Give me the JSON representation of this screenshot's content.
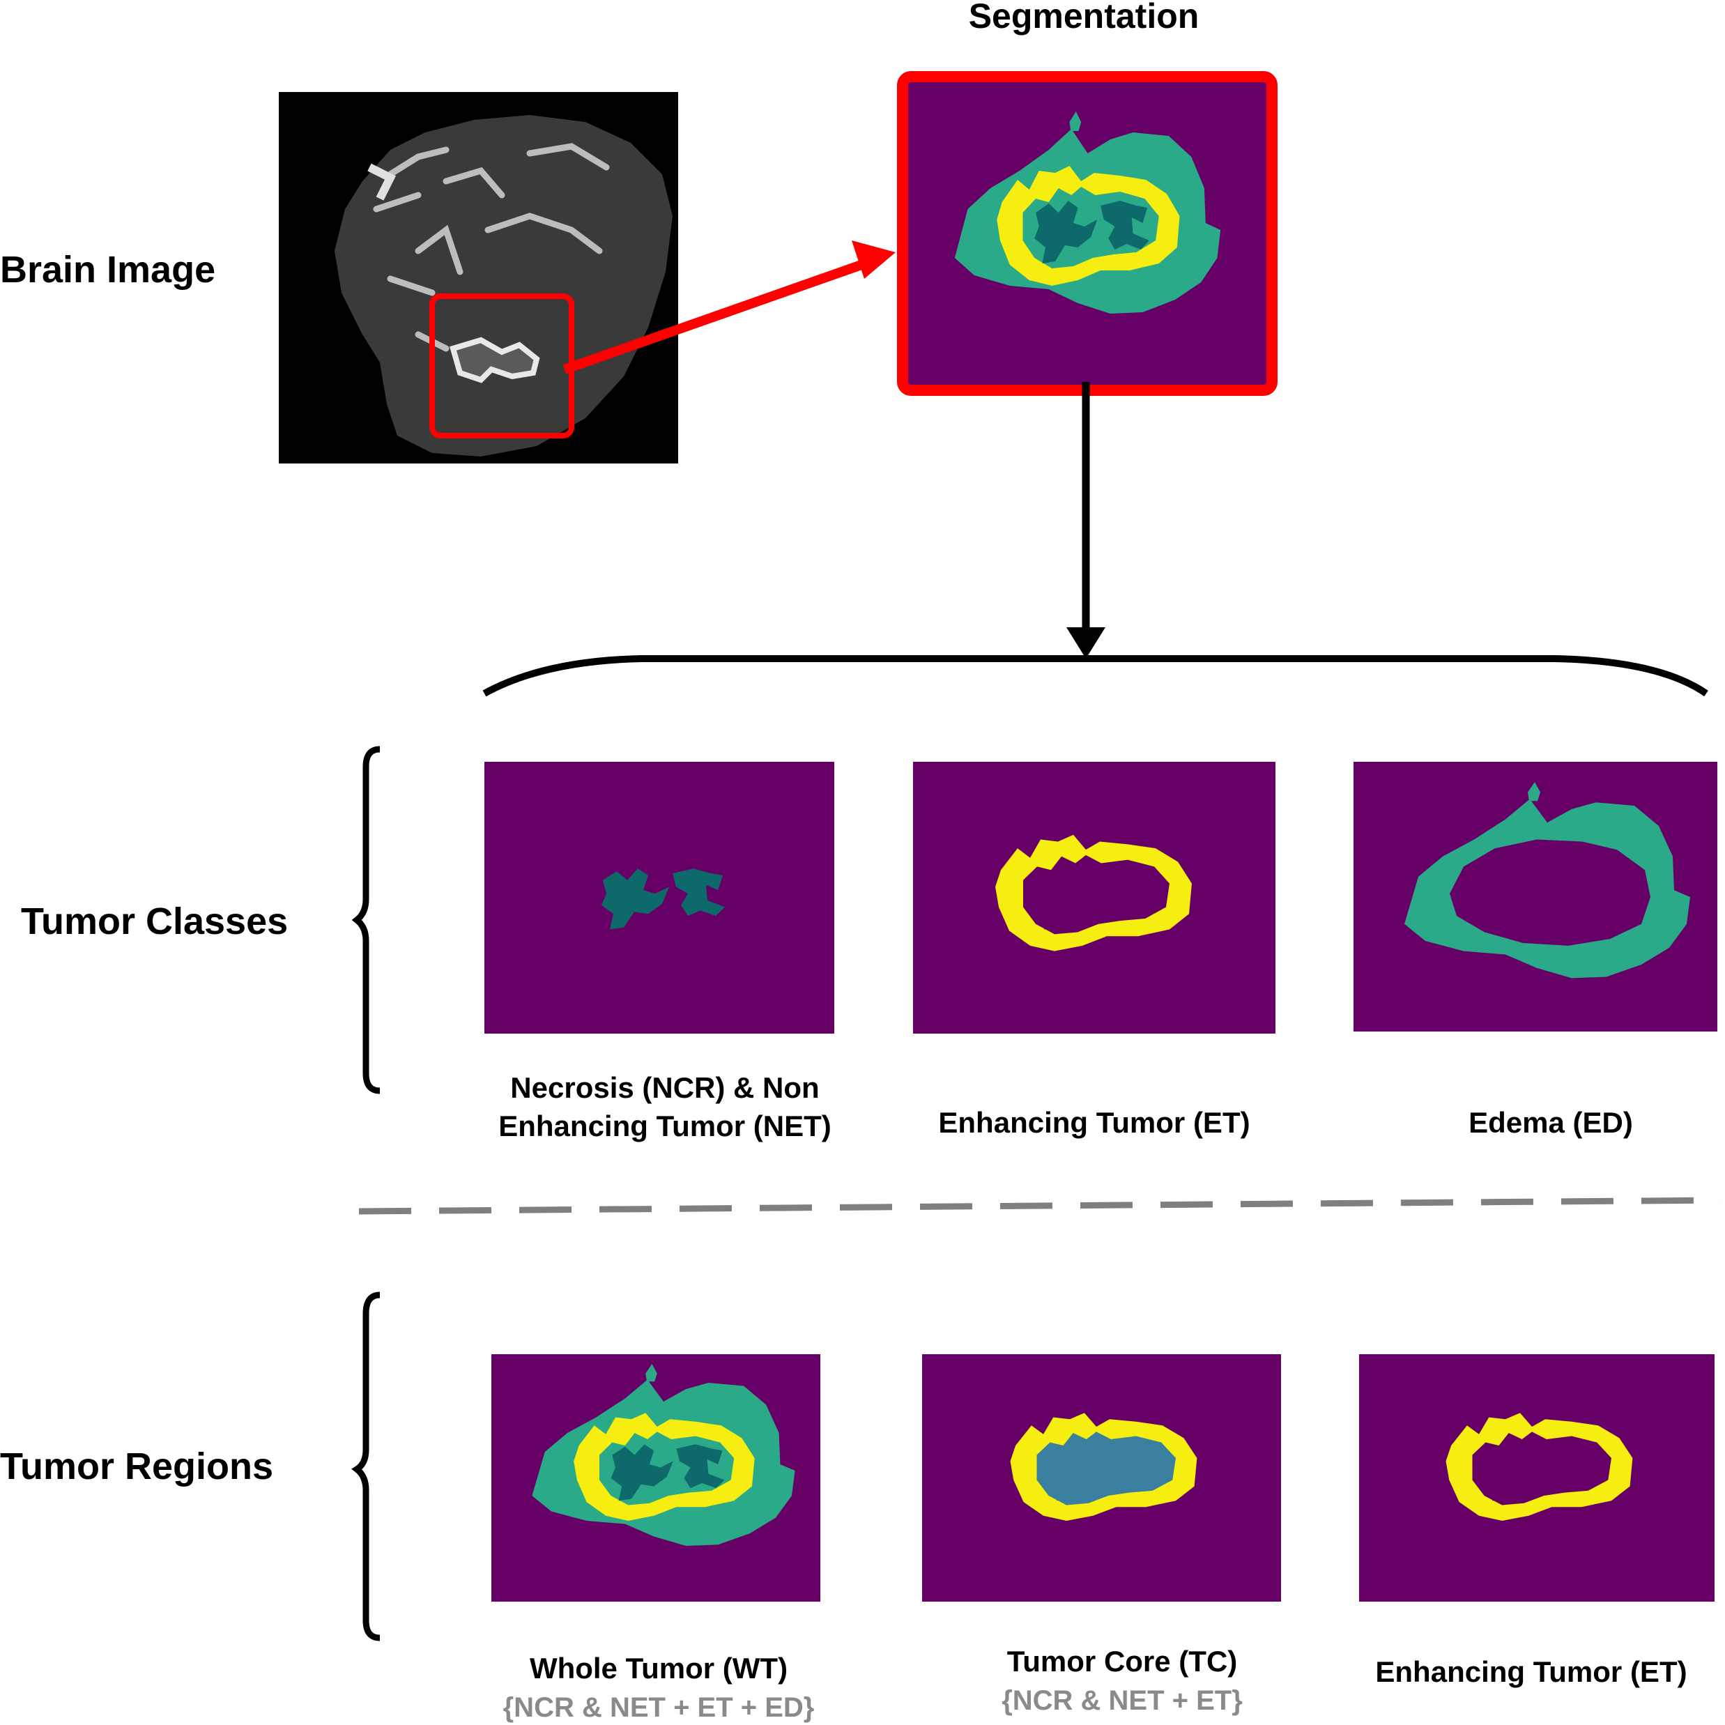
{
  "title": "Segmentation",
  "brain_image_label": "Brain Image",
  "tumor_classes_label": "Tumor Classes",
  "tumor_regions_label": "Tumor Regions",
  "classes": {
    "ncr_net": {
      "line1": "Necrosis (NCR) & Non",
      "line2": "Enhancing Tumor (NET)"
    },
    "et": {
      "label": "Enhancing Tumor (ET)"
    },
    "ed": {
      "label": "Edema (ED)"
    }
  },
  "regions": {
    "wt": {
      "label": "Whole Tumor (WT)",
      "formula": "{NCR & NET + ET + ED}"
    },
    "tc": {
      "label": "Tumor Core (TC)",
      "formula": "{NCR & NET + ET}"
    },
    "et": {
      "label": "Enhancing Tumor (ET)"
    }
  },
  "colors": {
    "background_purple": "#660066",
    "edema_green": "#2aaa88",
    "enhancing_yellow": "#f5ee10",
    "necrosis_teal": "#0e6a6a",
    "core_blue": "#3a7fa0",
    "highlight_red": "#ff0000",
    "divider_gray": "#7f7f7f"
  }
}
